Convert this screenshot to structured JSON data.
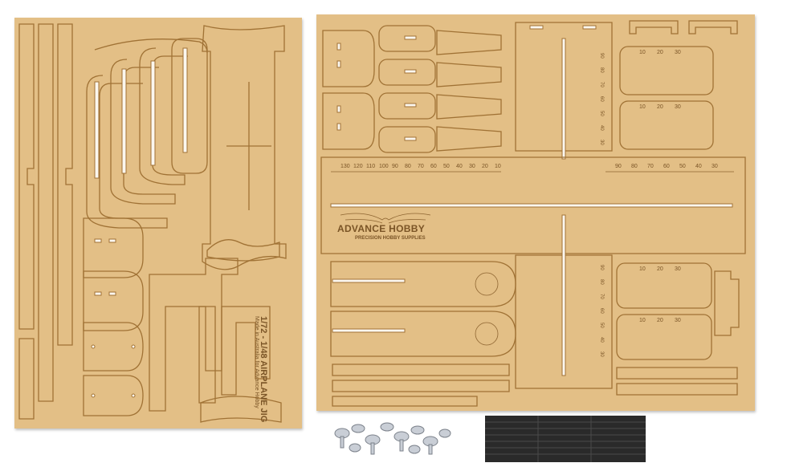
{
  "jig": {
    "label": "1/72 - 1/48 AIRPLANE JIG",
    "made_in": "Made in Australia for Advance Hobby"
  },
  "brand": {
    "name": "ADVANCE HOBBY",
    "tagline": "PRECISION HOBBY SUPPLIES"
  },
  "rulers": {
    "long": [
      "130",
      "120",
      "110",
      "100",
      "90",
      "80",
      "70",
      "60",
      "50",
      "40",
      "30",
      "20",
      "10"
    ],
    "right_long": [
      "90",
      "80",
      "70",
      "60",
      "50",
      "40",
      "30"
    ],
    "vertical_top": [
      "90",
      "80",
      "70",
      "60",
      "50",
      "40",
      "30"
    ],
    "vertical_bottom": [
      "90",
      "80",
      "70",
      "60",
      "50",
      "40",
      "30"
    ],
    "short": [
      "10",
      "20",
      "30"
    ]
  },
  "colors": {
    "mdf": "#e3bf86",
    "cut_line": "#a07235",
    "foam": "#2a2a2a",
    "screws": "#c9ced6"
  }
}
